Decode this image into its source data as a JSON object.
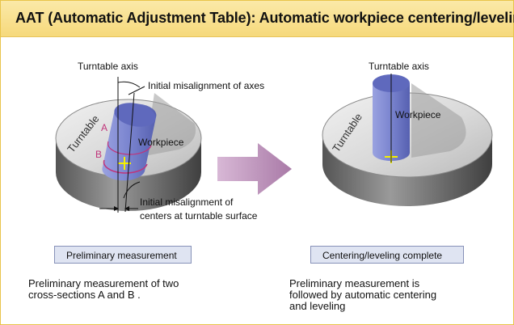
{
  "header": {
    "title": "AAT (Automatic Adjustment Table): Automatic workpiece centering/leveling"
  },
  "left_panel": {
    "turntable_axis_label": "Turntable axis",
    "misalignment_axes_label": "Initial misalignment of axes",
    "turntable_label": "Turntable",
    "section_a_label": "A",
    "section_b_label": "B",
    "workpiece_label": "Workpiece",
    "misalignment_centers_line1": "Initial misalignment of",
    "misalignment_centers_line2": "centers at turntable surface",
    "step_box_label": "Preliminary measurement",
    "description_line1": "Preliminary measurement of two",
    "description_line2": "cross-sections  A  and  B ."
  },
  "right_panel": {
    "turntable_axis_label": "Turntable axis",
    "turntable_label": "Turntable",
    "workpiece_label": "Workpiece",
    "step_box_label": "Centering/leveling complete",
    "description_line1": "Preliminary measurement is",
    "description_line2": "followed by automatic centering",
    "description_line3": "and leveling"
  },
  "colors": {
    "header_bg": "#f6d97c",
    "border": "#e8c44a",
    "arrow": "#b98cb3",
    "workpiece": "#6f79c6",
    "section_marks": "#c0347a",
    "center_mark": "#f5f000",
    "step_box_bg": "#dfe4f2"
  }
}
